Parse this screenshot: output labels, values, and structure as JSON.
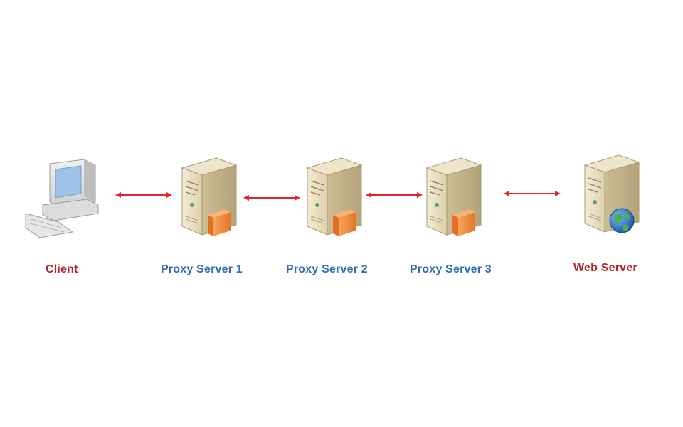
{
  "diagram": {
    "nodes": [
      {
        "id": "client",
        "label": "Client",
        "icon": "desktop-computer-icon"
      },
      {
        "id": "proxy1",
        "label": "Proxy Server 1",
        "icon": "proxy-server-icon"
      },
      {
        "id": "proxy2",
        "label": "Proxy Server 2",
        "icon": "proxy-server-icon"
      },
      {
        "id": "proxy3",
        "label": "Proxy Server 3",
        "icon": "proxy-server-icon"
      },
      {
        "id": "web",
        "label": "Web Server",
        "icon": "web-server-globe-icon"
      }
    ],
    "edges": [
      {
        "from": "client",
        "to": "proxy1",
        "direction": "bidirectional"
      },
      {
        "from": "proxy1",
        "to": "proxy2",
        "direction": "bidirectional"
      },
      {
        "from": "proxy2",
        "to": "proxy3",
        "direction": "bidirectional"
      },
      {
        "from": "proxy3",
        "to": "web",
        "direction": "bidirectional"
      }
    ]
  },
  "colors": {
    "endpoint_label": "#b02a2a",
    "proxy_label": "#2f6db5",
    "arrow": "#e0262a",
    "server_body": "#e8dcc0",
    "server_side": "#c9b78f",
    "firewall": "#f08c3a",
    "globe": "#2a6fbf"
  }
}
